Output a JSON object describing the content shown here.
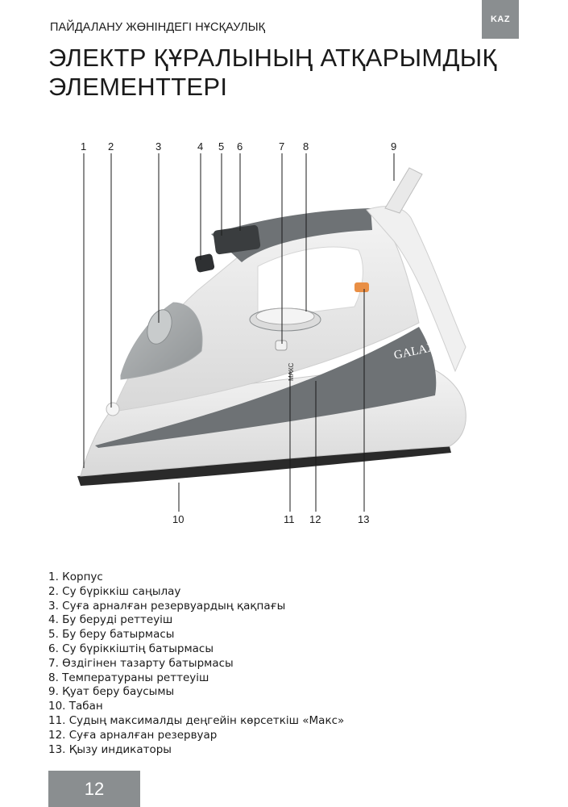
{
  "header": {
    "title": "ПАЙДАЛАНУ ЖӨНІНДЕГІ НҰСҚАУЛЫҚ",
    "language": "KAZ"
  },
  "page_title": {
    "line1": "ЭЛЕКТР ҚҰРАЛЫНЫҢ АТҚАРЫМДЫҚ",
    "line2": "ЭЛЕМЕНТТЕРІ"
  },
  "figure": {
    "brand": "GALAXY",
    "max_mark": "МАКС",
    "callouts_top": [
      "1",
      "2",
      "3",
      "4",
      "5",
      "6",
      "7",
      "8",
      "9"
    ],
    "callouts_bottom": [
      "10",
      "11",
      "12",
      "13"
    ]
  },
  "parts": [
    "1. Корпус",
    "2. Су бүріккіш саңылау",
    "3. Суға арналған резервуардың қақпағы",
    "4. Бу беруді реттеуіш",
    "5. Бу беру батырмасы",
    "6. Су бүріккіштің батырмасы",
    "7. Өздігінен тазарту батырмасы",
    "8. Температураны реттеуіш",
    "9. Қуат беру баусымы",
    "10. Табан",
    "11. Судың максималды деңгейін көрсеткіш «Макс»",
    "12. Суға арналған резервуар",
    "13. Қызу индикаторы"
  ],
  "page_number": "12"
}
